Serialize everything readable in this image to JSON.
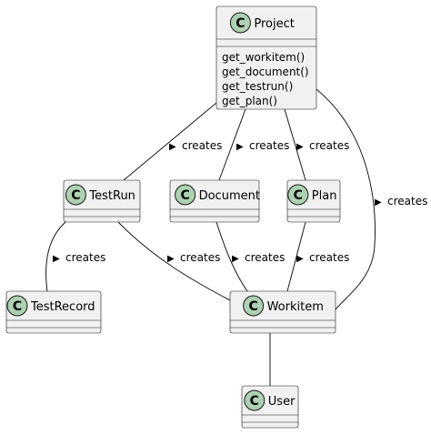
{
  "diagram": {
    "classes": [
      {
        "id": "project",
        "name": "Project",
        "stereotype": "C",
        "methods": [
          "get_workitem()",
          "get_document()",
          "get_testrun()",
          "get_plan()"
        ]
      },
      {
        "id": "testrun",
        "name": "TestRun",
        "stereotype": "C",
        "methods": []
      },
      {
        "id": "document",
        "name": "Document",
        "stereotype": "C",
        "methods": []
      },
      {
        "id": "plan",
        "name": "Plan",
        "stereotype": "C",
        "methods": []
      },
      {
        "id": "testrecord",
        "name": "TestRecord",
        "stereotype": "C",
        "methods": []
      },
      {
        "id": "workitem",
        "name": "Workitem",
        "stereotype": "C",
        "methods": []
      },
      {
        "id": "user",
        "name": "User",
        "stereotype": "C",
        "methods": []
      }
    ],
    "relations": [
      {
        "id": "project-testrun",
        "from": "project",
        "to": "testrun",
        "label": "creates",
        "arrow": "▶"
      },
      {
        "id": "project-document",
        "from": "project",
        "to": "document",
        "label": "creates",
        "arrow": "▶"
      },
      {
        "id": "project-plan",
        "from": "project",
        "to": "plan",
        "label": "creates",
        "arrow": "▶"
      },
      {
        "id": "project-workitem",
        "from": "project",
        "to": "workitem",
        "label": "creates",
        "arrow": "▶"
      },
      {
        "id": "testrun-testrecord",
        "from": "testrun",
        "to": "testrecord",
        "label": "creates",
        "arrow": "▶"
      },
      {
        "id": "testrun-workitem",
        "from": "testrun",
        "to": "workitem",
        "label": "creates",
        "arrow": "▶"
      },
      {
        "id": "document-workitem",
        "from": "document",
        "to": "workitem",
        "label": "creates",
        "arrow": "▶"
      },
      {
        "id": "plan-workitem",
        "from": "plan",
        "to": "workitem",
        "label": "creates",
        "arrow": "▶"
      },
      {
        "id": "workitem-user",
        "from": "workitem",
        "to": "user",
        "label": "",
        "arrow": ""
      }
    ],
    "colors": {
      "class_fill": "#F1F1F1",
      "class_border": "#181818",
      "stereotype_circle": "#ADD1B2",
      "stereotype_letter": "#000000",
      "line": "#181818",
      "text": "#000000"
    }
  }
}
